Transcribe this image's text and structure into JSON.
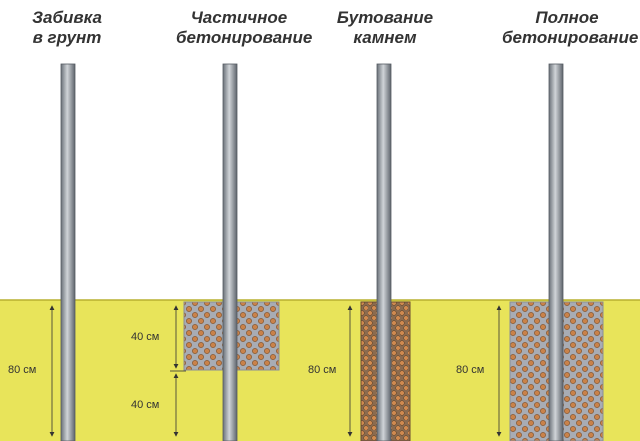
{
  "colors": {
    "ground": "#E8E45A",
    "ground_edge": "#B8B030",
    "concrete": "#A8ACB4",
    "rubble": "#8B6B4F",
    "stone_dot": "#C9824A",
    "pole_light": "#D0D4D8",
    "pole_dark": "#6A7078",
    "dimension_line": "#333333"
  },
  "methods": [
    {
      "title_line1": "Забивка",
      "title_line2": "в грунт",
      "fill": "none"
    },
    {
      "title_line1": "Частичное",
      "title_line2": "бетонирование",
      "fill": "concrete-top"
    },
    {
      "title_line1": "Бутование",
      "title_line2": "камнем",
      "fill": "rubble"
    },
    {
      "title_line1": "Полное",
      "title_line2": "бетонирование",
      "fill": "concrete-full"
    }
  ],
  "dimensions": {
    "method1_depth": "80 см",
    "method2_top": "40 см",
    "method2_bottom": "40 см",
    "method3_depth": "80 см",
    "method4_depth": "80 см"
  }
}
